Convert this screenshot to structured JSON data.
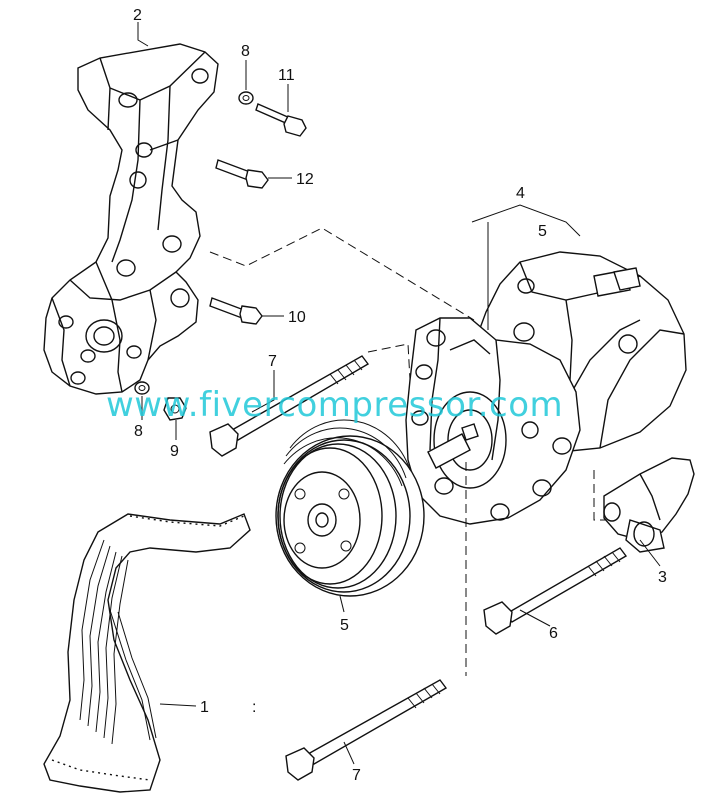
{
  "callouts": {
    "bracket": "2",
    "washer_top": "8",
    "bolt_top": "11",
    "bolt_mid": "12",
    "compressor": "4",
    "compressor_sub": "5",
    "bolt_bracket": "10",
    "long_bolt_upper": "7",
    "washer_low": "8",
    "nut": "9",
    "pulley": "5",
    "tensioner": "3",
    "long_bolt_right": "6",
    "belt": "1",
    "belt_colon": ":",
    "long_bolt_lower": "7"
  },
  "watermark": "www.fivercompressor.com",
  "colors": {
    "line": "#111111",
    "watermark": "#20c8d8"
  }
}
